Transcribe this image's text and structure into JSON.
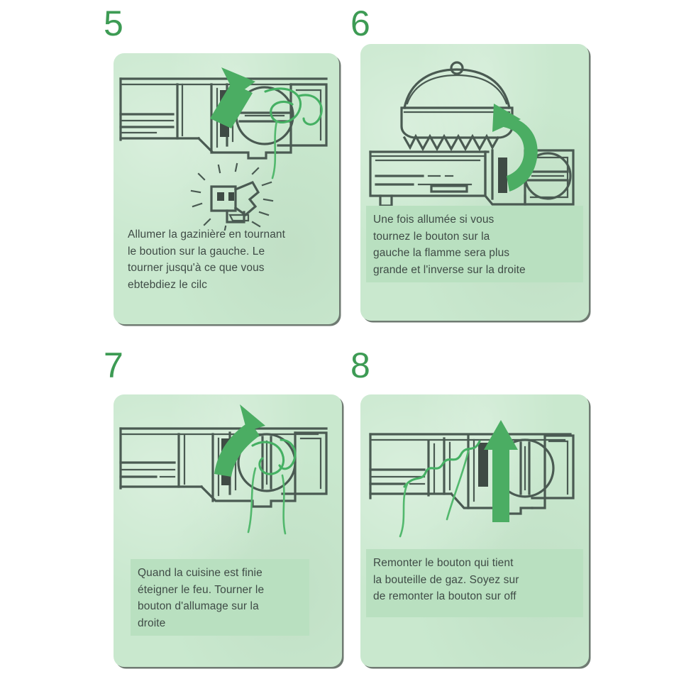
{
  "document": {
    "type": "instruction-sheet",
    "language": "fr",
    "subject": "camping gas stove operating instructions",
    "background_color": "#ffffff"
  },
  "palette": {
    "panel_background": "#c9e8ce",
    "caption_band": "#b9e0c0",
    "number_green": "#3d9b54",
    "arrow_green": "#4bad63",
    "line_dark": "#4a5a52",
    "text_dark": "#3f4b46"
  },
  "steps": [
    {
      "number": "5",
      "caption": "Allumer la gazinière en tournant\nle boution sur la gauche. Le\ntourner jusqu'à ce que vous\nebtebdiez le cilc",
      "illustration": "stove-side-view-with-diagonal-arrow-and-spark-click-icon",
      "arrow": "diagonal-up-left-arrow",
      "icons": [
        "knob-icon",
        "spark-click-icon",
        "hand-drawn-swirl"
      ]
    },
    {
      "number": "6",
      "caption": "Une fois allumée si vous\ntournez le bouton sur la\ngauche la flamme sera plus\n grande et l'inverse sur la droite",
      "illustration": "stove-with-pot-on-flame-and-curved-arrow",
      "arrow": "curved-clockwise-arrow",
      "icons": [
        "pot-with-lid-icon",
        "flame-icon",
        "knob-icon"
      ]
    },
    {
      "number": "7",
      "caption": "Quand la cuisine est finie\néteigner le feu. Tourner le\nbouton d'allumage sur la\ndroite",
      "illustration": "stove-side-view-with-up-right-arrow-and-scribble",
      "arrow": "up-right-arrow",
      "icons": [
        "knob-icon",
        "hand-drawn-scribble"
      ]
    },
    {
      "number": "8",
      "caption": "Remonter le bouton qui tient\nla bouteille de gaz. Soyez sur\n de remonter la bouton sur off",
      "illustration": "stove-side-view-with-vertical-up-arrow-and-scribble",
      "arrow": "vertical-up-arrow",
      "icons": [
        "knob-icon",
        "hand-drawn-scribble"
      ]
    }
  ]
}
